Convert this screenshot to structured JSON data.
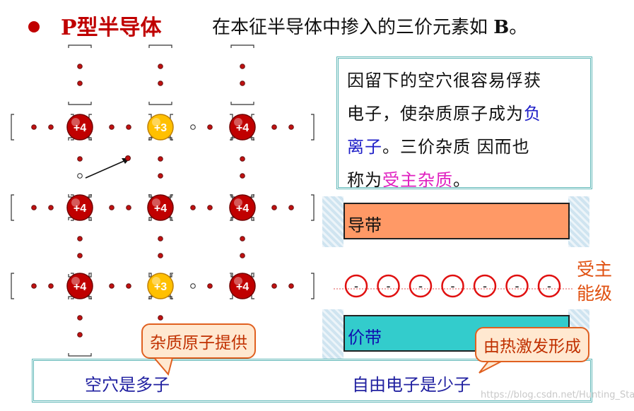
{
  "header": {
    "title": "P型半导体",
    "subtitle_text": "在本征半导体中掺入的三价元素如 ",
    "subtitle_bold": "B",
    "subtitle_end": "。"
  },
  "lattice": {
    "atoms": [
      [
        "+4",
        "+3",
        "+4"
      ],
      [
        "+4",
        "+4",
        "+4"
      ],
      [
        "+4",
        "+3",
        "+4"
      ]
    ]
  },
  "explanation": {
    "line1": "因留下的空穴很容易俘获",
    "line2_a": "电子，使杂质原子成为",
    "line2_b": "负",
    "line3_a": "离子",
    "line3_b": "。三价杂质 因而也",
    "line4_a": "称为",
    "line4_b": "受主杂质",
    "line4_c": "。"
  },
  "bands": {
    "conduction": "导带",
    "valence": "价带"
  },
  "acceptor_level": {
    "line1": "受主",
    "line2": "能级",
    "count": 7,
    "symbol": "-"
  },
  "callouts": {
    "left": "杂质原子提供",
    "right": "由热激发形成"
  },
  "bottom": {
    "left": "空穴是多子",
    "right": "自由电子是少子"
  },
  "watermark": "https://blog.csdn.net/Hunting_Star",
  "colors": {
    "atom_si": "#c00000",
    "atom_b": "#ffc000",
    "conduction": "#ff9966",
    "valence": "#33cccc",
    "accent": "#e05010"
  }
}
